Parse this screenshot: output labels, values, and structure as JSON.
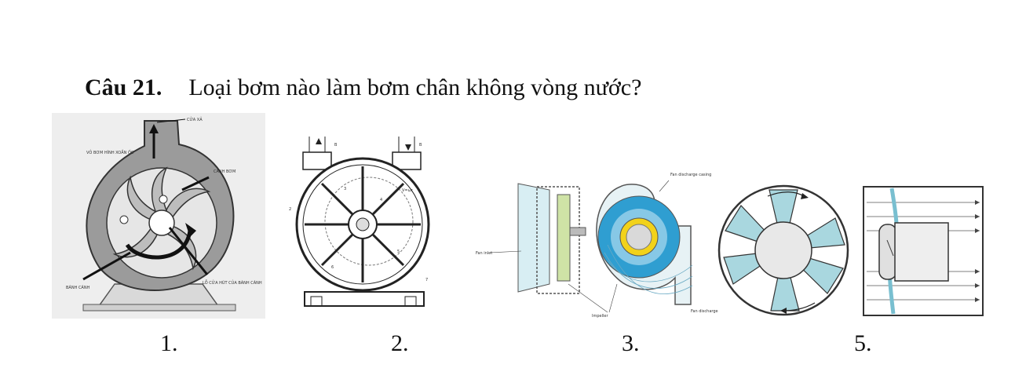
{
  "question": {
    "number": "Câu 21.",
    "text": "Loại bơm nào làm bơm chân không vòng nước?"
  },
  "figures": [
    {
      "caption": "1.",
      "labels": [
        "CỬA XẢ",
        "VỎ BƠM HÌNH XOẮN ỐC",
        "CÁNH BƠM",
        "LỖ CỬA HÚT CỦA BÁNH CÁNH",
        "BÁNH CÁNH"
      ]
    },
    {
      "caption": "2.",
      "labels": [
        "B",
        "B",
        "2",
        "3",
        "4",
        "5",
        "6",
        "7",
        "V=ωr"
      ]
    },
    {
      "caption": "3.",
      "labels": [
        "Fan discharge casing",
        "Fan inlet",
        "Impeller",
        "Fan discharge"
      ]
    },
    {
      "caption": "",
      "labels": []
    },
    {
      "caption": "5.",
      "labels": []
    }
  ],
  "colors": {
    "casing_gray": "#9b9b9b",
    "fan_blue": "#a9d7df",
    "ring_blue": "#2f9ed1",
    "hub_yellow": "#f2d21a"
  }
}
